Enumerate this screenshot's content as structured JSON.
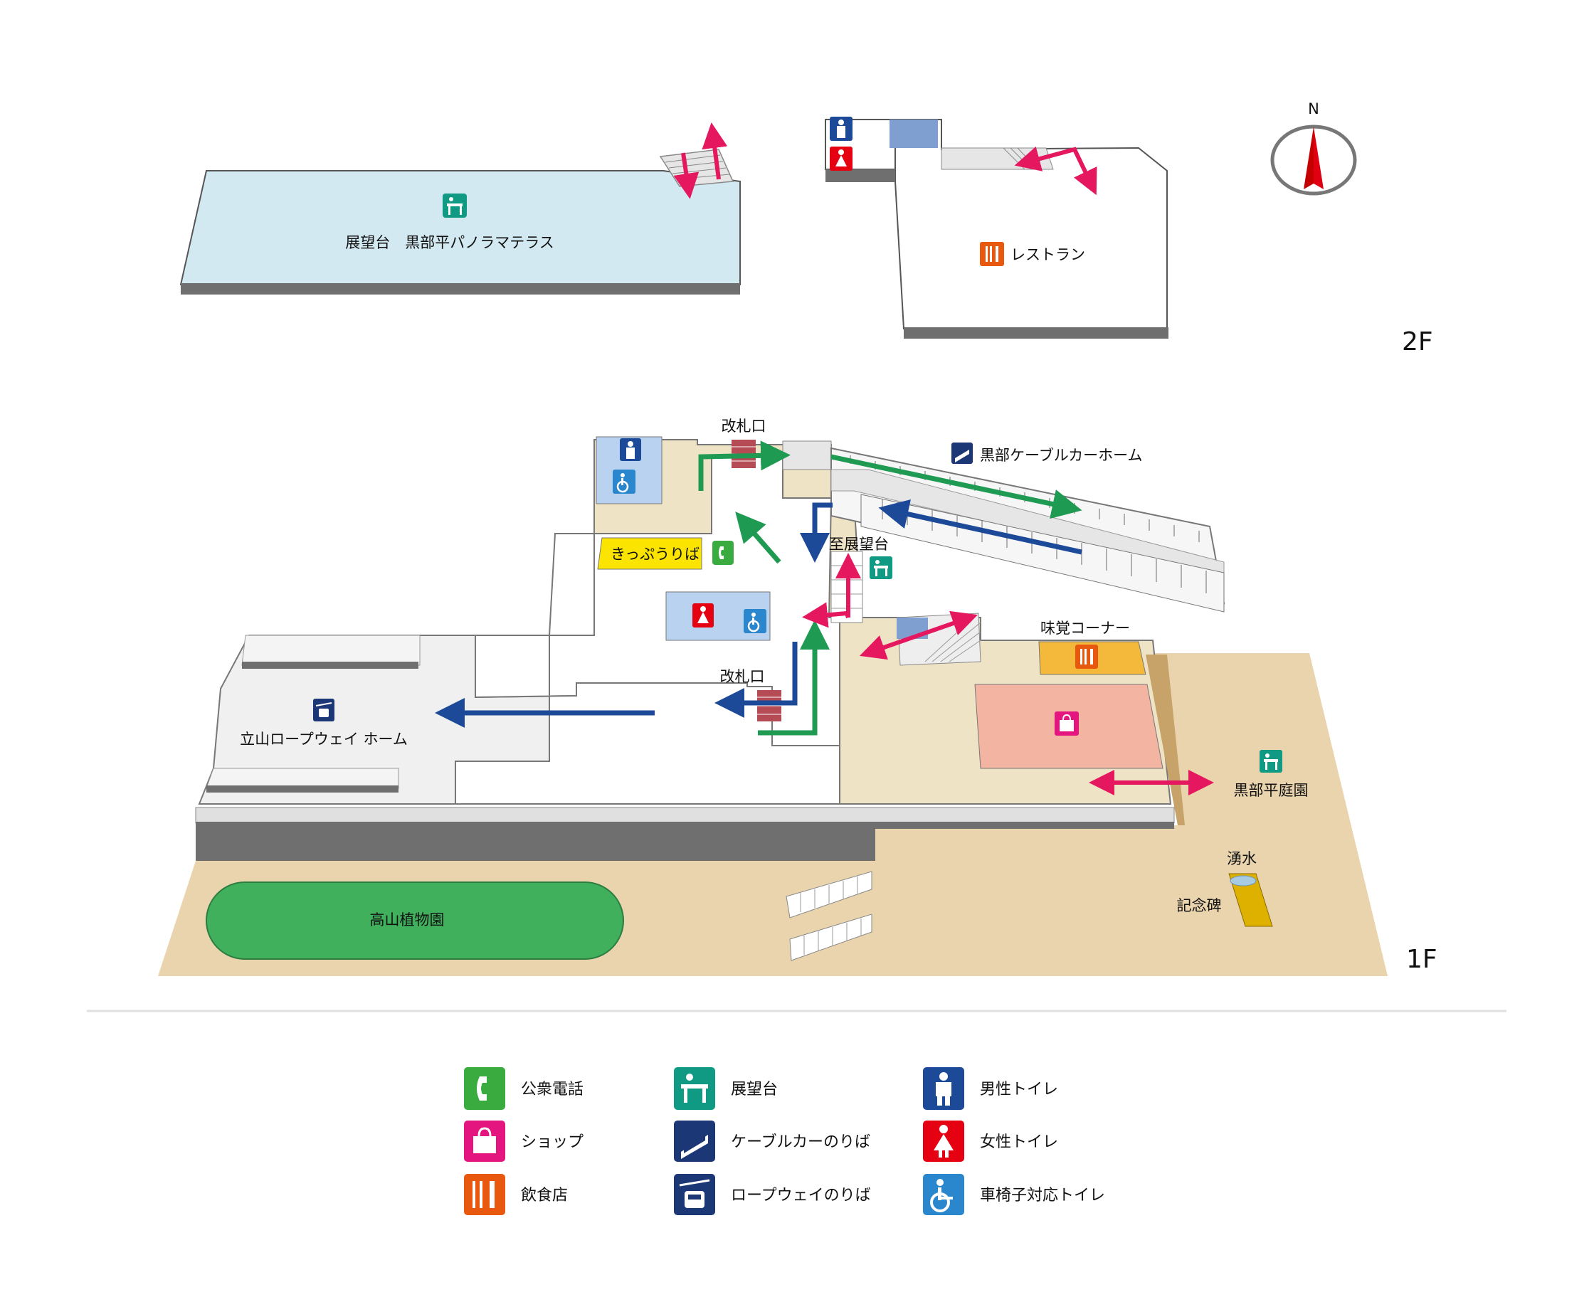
{
  "compass": {
    "north": "N"
  },
  "floors": {
    "upper": "2F",
    "lower": "1F"
  },
  "floor2": {
    "observation_terrace": "展望台　黒部平パノラマテラス",
    "restaurant": "レストラン"
  },
  "floor1": {
    "ticket_gate_top": "改札口",
    "ticket_gate_bottom": "改札口",
    "cable_car_home": "黒部ケーブルカーホーム",
    "ticket_office": "きっぷうりば",
    "to_observation": "至展望台",
    "taste_corner": "味覚コーナー",
    "ropeway_home": "立山ロープウェイ ホーム",
    "garden": "黒部平庭園",
    "spring_water": "湧水",
    "monument": "記念碑",
    "alpine_botanical_garden": "高山植物園"
  },
  "legend": {
    "col1": [
      {
        "icon": "phone-icon",
        "label": "公衆電話",
        "color": "#3aab3e"
      },
      {
        "icon": "shop-icon",
        "label": "ショップ",
        "color": "#e4157f"
      },
      {
        "icon": "restaurant-icon",
        "label": "飲食店",
        "color": "#e8580e"
      }
    ],
    "col2": [
      {
        "icon": "observation-icon",
        "label": "展望台",
        "color": "#119a83"
      },
      {
        "icon": "cable-car-icon",
        "label": "ケーブルカーのりば",
        "color": "#1c3775"
      },
      {
        "icon": "ropeway-icon",
        "label": "ロープウェイのりば",
        "color": "#1c3775"
      }
    ],
    "col3": [
      {
        "icon": "mens-toilet-icon",
        "label": "男性トイレ",
        "color": "#1c4a99"
      },
      {
        "icon": "womens-toilet-icon",
        "label": "女性トイレ",
        "color": "#e50012"
      },
      {
        "icon": "accessible-toilet-icon",
        "label": "車椅子対応トイレ",
        "color": "#2a86cd"
      }
    ]
  },
  "colors": {
    "route_green": "#1e9a52",
    "route_blue": "#1c4a99",
    "route_pink": "#e4175f",
    "floor_beige": "#efe3c6",
    "ground_tan": "#e9d4ae",
    "terrace_blue": "#d3e9f1",
    "shop_pink": "#f4b4a2",
    "ticket_yellow": "#fbe400",
    "taste_orange": "#f4b93a",
    "botanical_green": "#40b05d"
  }
}
